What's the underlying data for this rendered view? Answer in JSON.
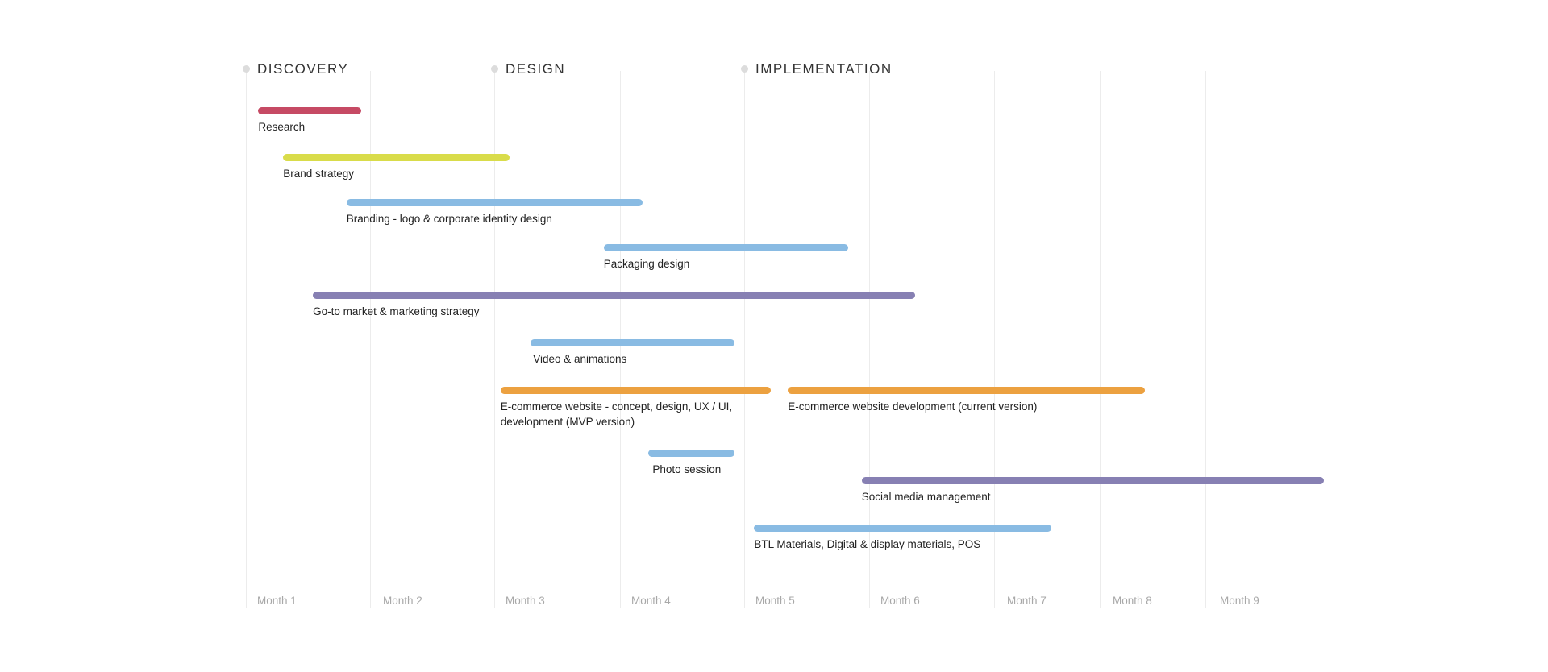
{
  "chart_data": {
    "type": "gantt",
    "title": "",
    "phases": [
      {
        "label": "DISCOVERY",
        "month": 0
      },
      {
        "label": "DESIGN",
        "month": 2
      },
      {
        "label": "IMPLEMENTATION",
        "month": 4
      }
    ],
    "months": [
      "Month 1",
      "Month 2",
      "Month 3",
      "Month 4",
      "Month 5",
      "Month 6",
      "Month 7",
      "Month 8",
      "Month 9"
    ],
    "tasks": [
      {
        "name": "Research",
        "start": 0.1,
        "end": 0.93,
        "color": "#c64a64"
      },
      {
        "name": "Brand strategy",
        "start": 0.3,
        "end": 2.12,
        "color": "#d9dc4a"
      },
      {
        "name": "Branding - logo & corporate identity design",
        "start": 0.81,
        "end": 3.18,
        "color": "#89bbe3"
      },
      {
        "name": "Packaging design",
        "start": 2.87,
        "end": 4.83,
        "color": "#89bbe3"
      },
      {
        "name": "Go-to market & marketing strategy",
        "start": 0.54,
        "end": 5.37,
        "color": "#8780b3"
      },
      {
        "name": "Video & animations",
        "start": 2.29,
        "end": 3.92,
        "color": "#89bbe3"
      },
      {
        "name": "E-commerce website - concept, design, UX / UI,",
        "name_line2": "development (MVP version)",
        "start": 2.05,
        "end": 4.21,
        "color": "#eca140"
      },
      {
        "name": "E-commerce website development (current version)",
        "start": 4.35,
        "end": 7.43,
        "color": "#eca140"
      },
      {
        "name": "Photo session",
        "start": 3.23,
        "end": 3.92,
        "color": "#89bbe3"
      },
      {
        "name": "Social media management",
        "start": 4.94,
        "end": 8.95,
        "color": "#8780b3"
      },
      {
        "name": "BTL Materials, Digital & display materials, POS",
        "start": 4.08,
        "end": 6.54,
        "color": "#89bbe3"
      }
    ]
  }
}
